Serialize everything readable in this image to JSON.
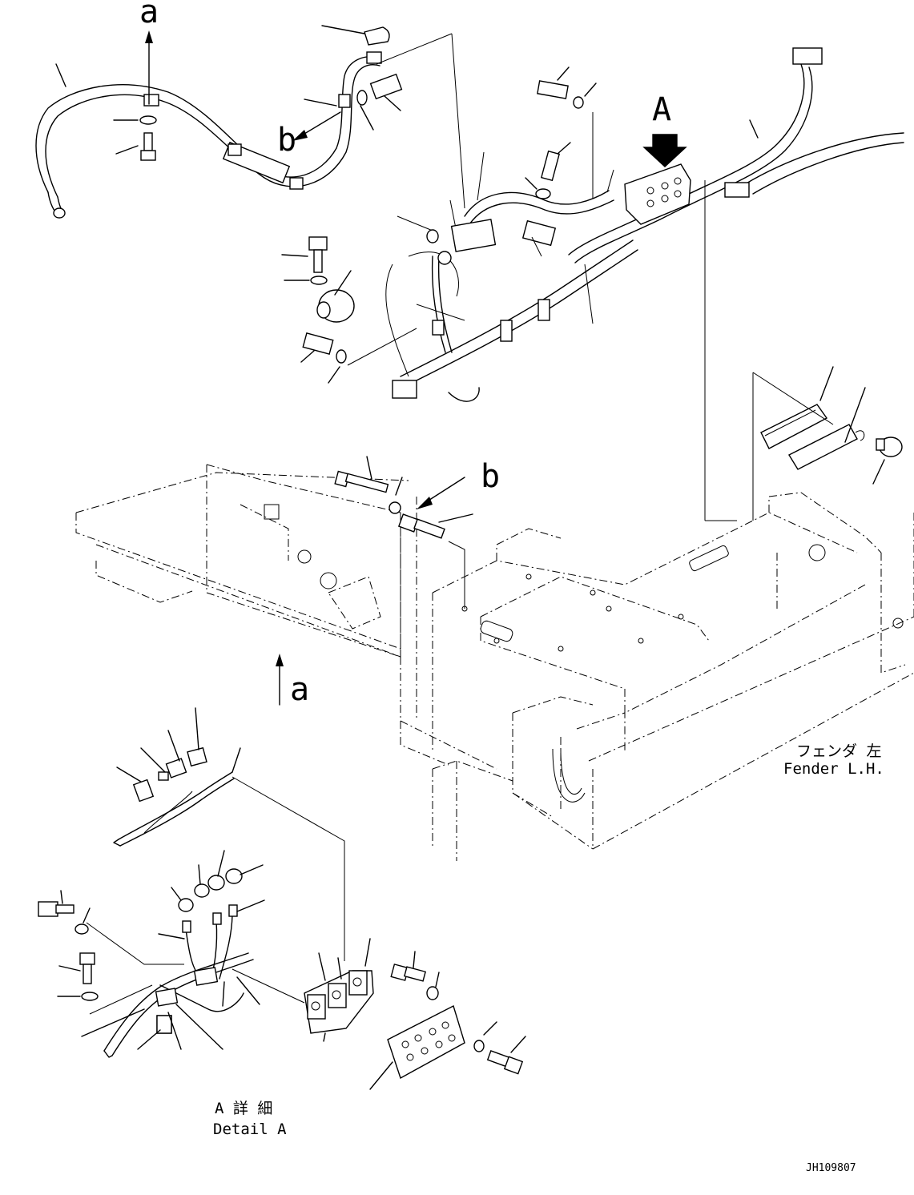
{
  "labels": {
    "view_a_top": "a",
    "view_a_bottom": "a",
    "view_b_left": "b",
    "view_b_right": "b",
    "arrow_big": "A"
  },
  "fender": {
    "jp": "フェンダ 左",
    "en": "Fender L.H."
  },
  "detail": {
    "jp": "A 詳 細",
    "en": "Detail A"
  },
  "drawing_no": "JH109807"
}
